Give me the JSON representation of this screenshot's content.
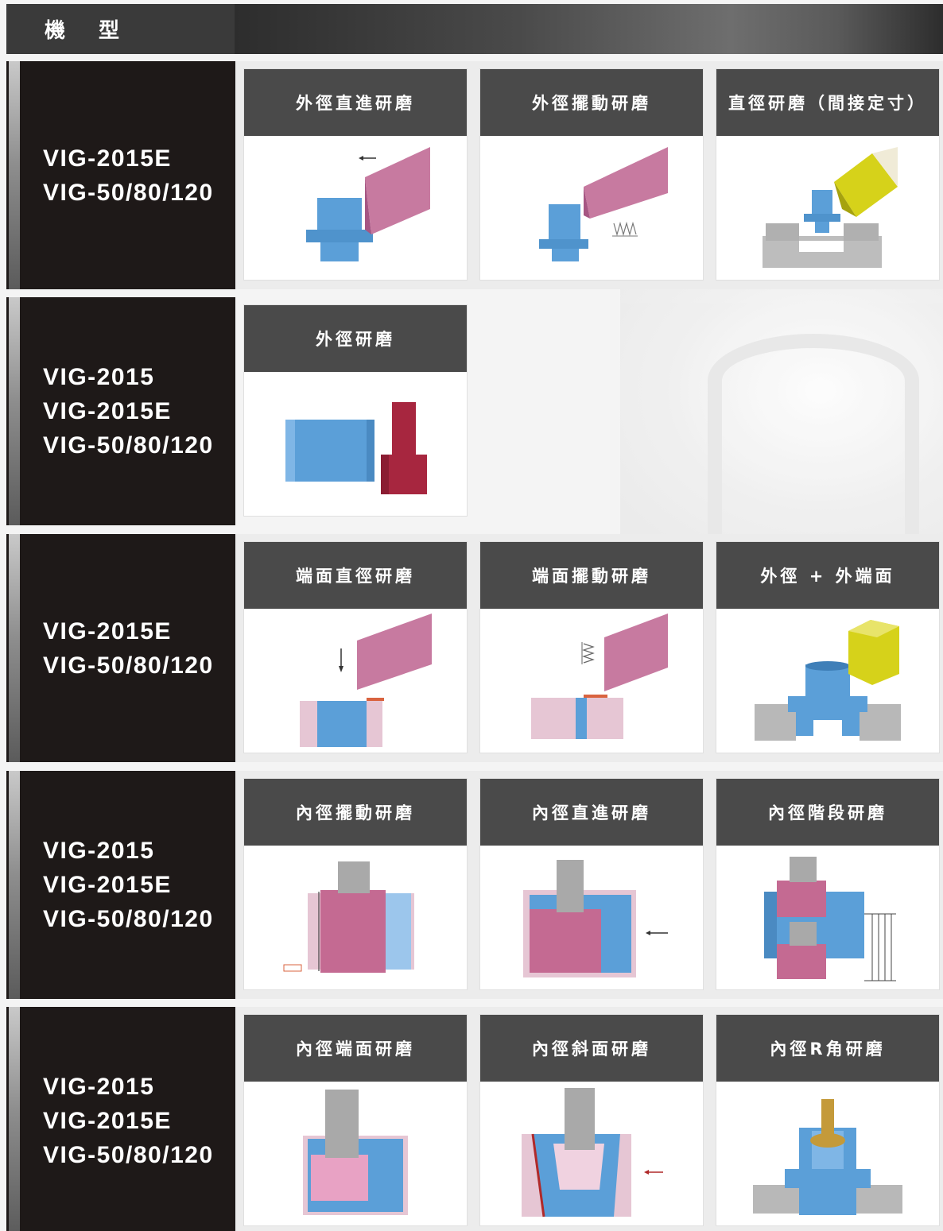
{
  "header": {
    "title": "機型"
  },
  "rows": [
    {
      "models": [
        "VIG-2015E",
        "VIG-50/80/120"
      ],
      "cards": [
        {
          "title": "外徑直進研磨",
          "illustration": "od-plunge-grinding"
        },
        {
          "title": "外徑擺動研磨",
          "illustration": "od-oscillation-grinding"
        },
        {
          "title": "直徑研磨（間接定寸）",
          "illustration": "diameter-indirect-sizing"
        }
      ]
    },
    {
      "models": [
        "VIG-2015",
        "VIG-2015E",
        "VIG-50/80/120"
      ],
      "cards": [
        {
          "title": "外徑研磨",
          "illustration": "od-grinding"
        }
      ]
    },
    {
      "models": [
        "VIG-2015E",
        "VIG-50/80/120"
      ],
      "cards": [
        {
          "title": "端面直徑研磨",
          "illustration": "face-plunge-grinding"
        },
        {
          "title": "端面擺動研磨",
          "illustration": "face-oscillation-grinding"
        },
        {
          "title": "外徑 + 外端面",
          "illustration": "od-plus-face"
        }
      ]
    },
    {
      "models": [
        "VIG-2015",
        "VIG-2015E",
        "VIG-50/80/120"
      ],
      "cards": [
        {
          "title": "內徑擺動研磨",
          "illustration": "id-oscillation-grinding"
        },
        {
          "title": "內徑直進研磨",
          "illustration": "id-plunge-grinding"
        },
        {
          "title": "內徑階段研磨",
          "illustration": "id-step-grinding"
        }
      ]
    },
    {
      "models": [
        "VIG-2015",
        "VIG-2015E",
        "VIG-50/80/120"
      ],
      "cards": [
        {
          "title": "內徑端面研磨",
          "illustration": "id-face-grinding"
        },
        {
          "title": "內徑斜面研磨",
          "illustration": "id-taper-grinding"
        },
        {
          "title": "內徑R角研磨",
          "illustration": "id-radius-grinding"
        }
      ]
    }
  ],
  "colors": {
    "workpiece": "#5b9fd8",
    "wheel_pink": "#c46a92",
    "wheel_red": "#a7263f",
    "wheel_yellow": "#c7c21a",
    "fixture_gray": "#a9a9a9"
  }
}
